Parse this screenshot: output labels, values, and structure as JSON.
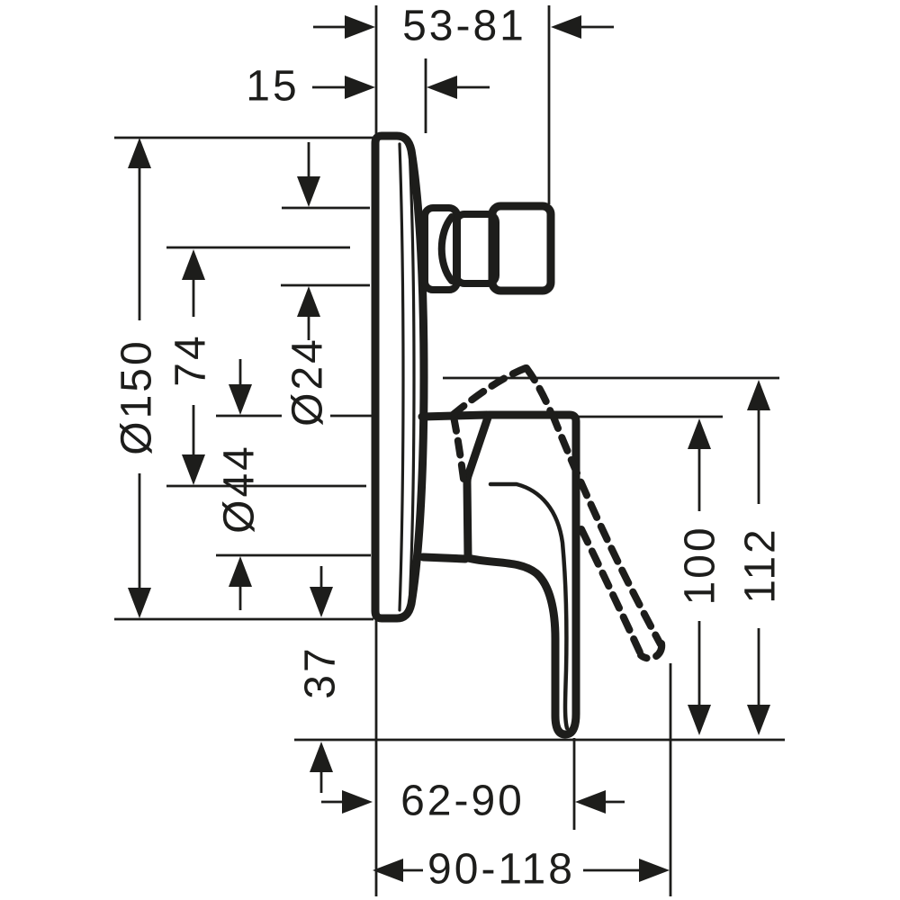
{
  "dims": {
    "spout_projection": "53-81",
    "plate_depth": "15",
    "plate_diameter": "Ø150",
    "axis_spacing": "74",
    "spout_stub_diameter": "Ø24",
    "collar_diameter": "Ø44",
    "plate_edge_offset": "37",
    "handle_height": "100",
    "handle_height_max": "112",
    "lever_reach": "62-90",
    "lever_reach_max": "90-118"
  },
  "colors": {
    "ink": "#1d1d1b",
    "background": "#ffffff"
  }
}
